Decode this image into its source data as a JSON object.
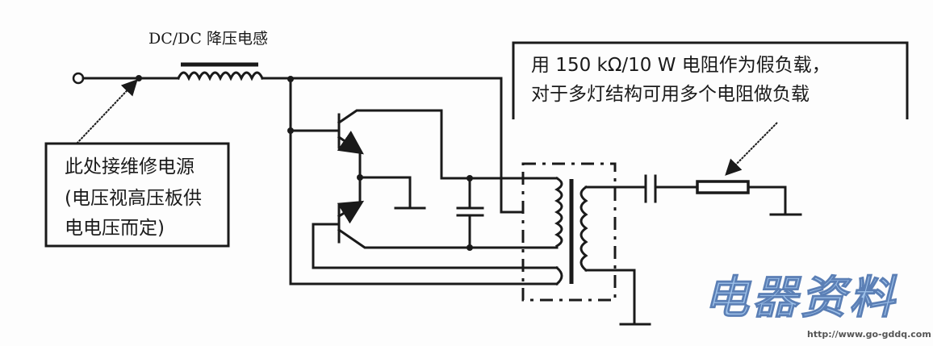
{
  "labels": {
    "inductor": "DC/DC 降压电感",
    "service_note": [
      "此处接维修电源",
      "(电压视高压板供",
      "电电压而定)"
    ],
    "load_note": [
      "用 150 kΩ/10 W 电阻作为假负载，",
      "对于多灯结构可用多个电阻做负载"
    ]
  },
  "watermark": {
    "text": "电器资料",
    "url": "http://www.go-gddq.com"
  }
}
